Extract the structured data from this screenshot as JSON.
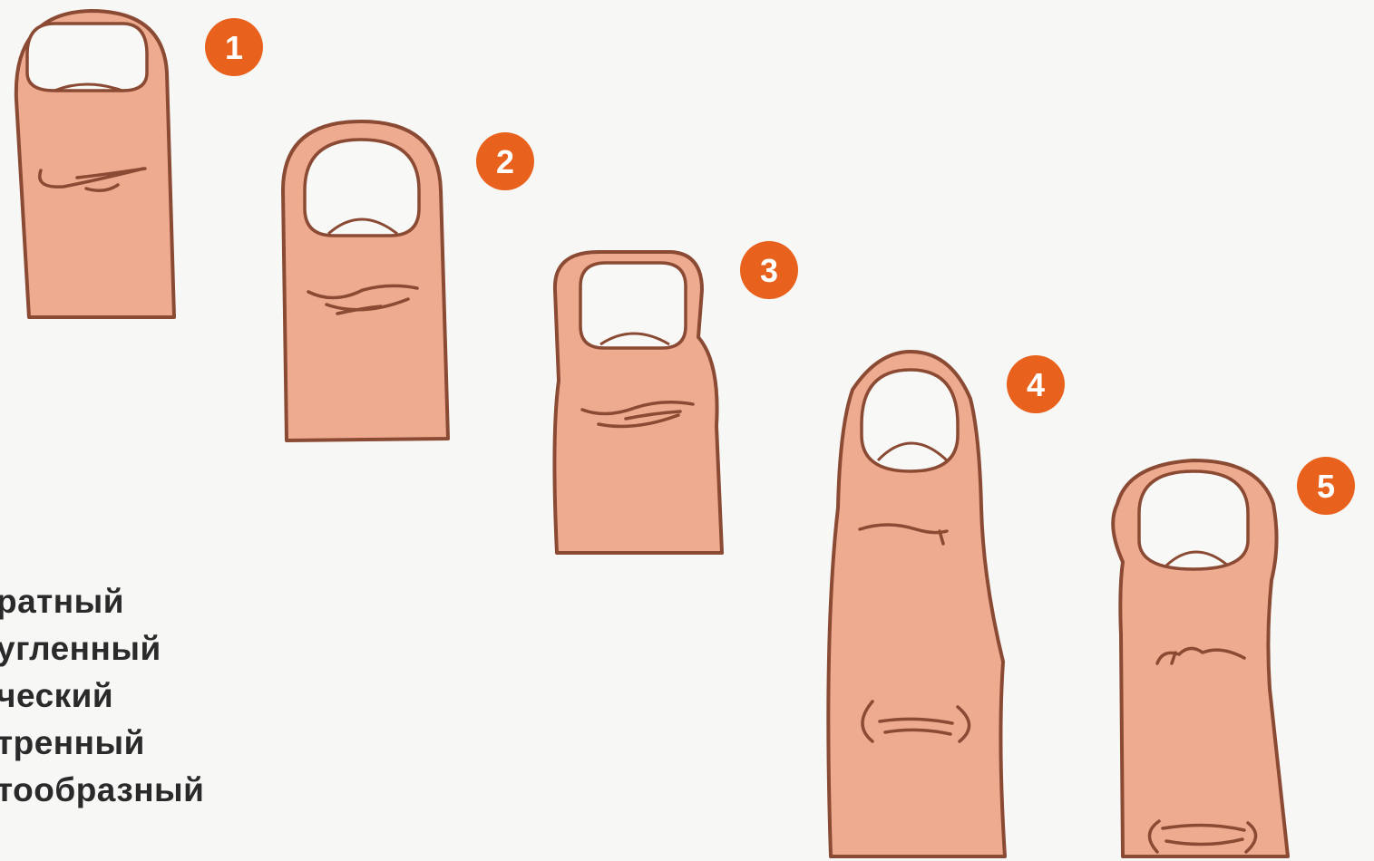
{
  "fingers": [
    {
      "number": "1"
    },
    {
      "number": "2"
    },
    {
      "number": "3"
    },
    {
      "number": "4"
    },
    {
      "number": "5"
    }
  ],
  "legend": [
    "ратный",
    "угленный",
    "ческий",
    "тренный",
    "тообразный"
  ],
  "colors": {
    "skin": "#efab8f",
    "outline": "#8a4a33",
    "nail": "#f8f8f6",
    "badge": "#e8611d",
    "background": "#f7f7f5"
  }
}
